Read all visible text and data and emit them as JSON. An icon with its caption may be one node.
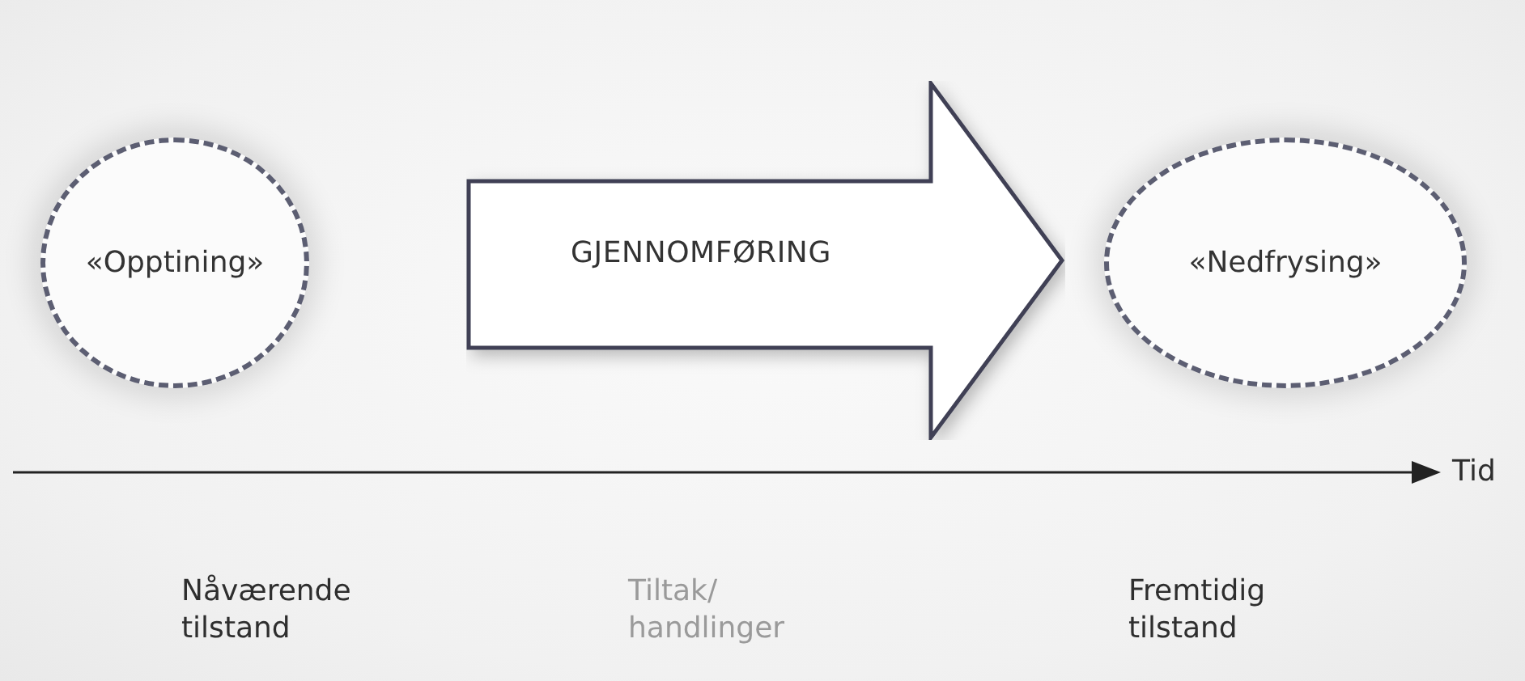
{
  "diagram": {
    "nodes": [
      {
        "text": [
          "«Opptining»"
        ]
      },
      {
        "text": [
          "GJENNOMFØRING"
        ]
      },
      {
        "text": [
          "«Nedfrysing»"
        ]
      }
    ],
    "labels": [
      "Tid",
      "Nåværende tilstand",
      "Tiltak/ handlinger",
      "Fremtidig tilstand"
    ]
  }
}
